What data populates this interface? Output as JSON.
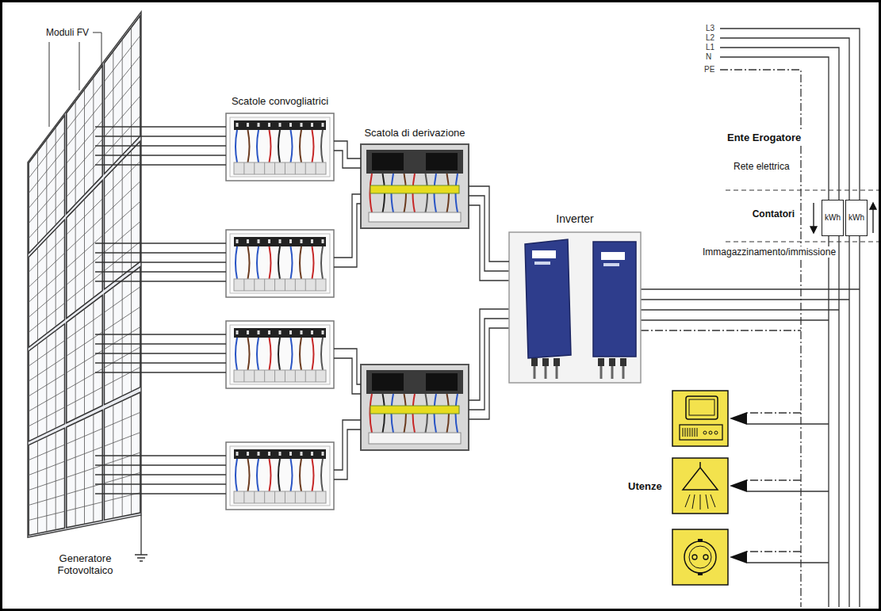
{
  "diagram": {
    "nodes": [
      {
        "text": [
          "Generatore Fotovoltaico"
        ]
      },
      {
        "text": [
          "Scatole convogliatrici"
        ]
      },
      {
        "text": [
          "Scatola di derivazione"
        ]
      },
      {
        "text": [
          "Inverter"
        ]
      },
      {
        "text": [
          "kWh"
        ]
      },
      {
        "text": [
          "kWh"
        ]
      }
    ],
    "edges": [
      {
        "from": 0,
        "to": 1,
        "arrow": "none"
      },
      {
        "from": 1,
        "to": 2,
        "arrow": "none"
      },
      {
        "from": 2,
        "to": 3,
        "arrow": "none"
      }
    ],
    "labels": [
      "Moduli FV",
      "L3",
      "L2",
      "L1",
      "N",
      "PE",
      "Ente Erogatore",
      "Rete elettrica",
      "Contatori",
      "Immagazzinamento/immissione",
      "Utenze"
    ]
  }
}
